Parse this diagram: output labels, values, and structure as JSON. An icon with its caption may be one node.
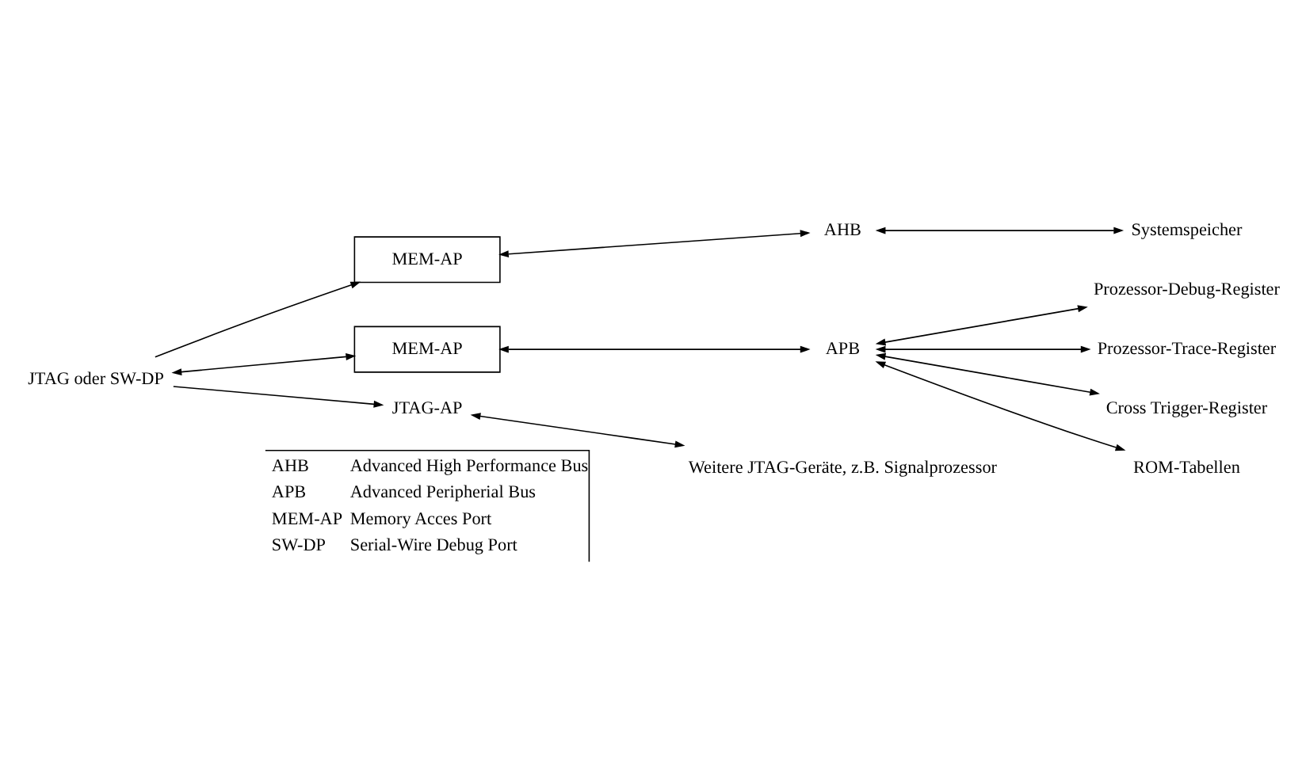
{
  "diagram": {
    "nodes": [
      {
        "text": [
          "JTAG oder SW-DP"
        ]
      },
      {
        "text": [
          "MEM-AP"
        ]
      },
      {
        "text": [
          "MEM-AP"
        ]
      },
      {
        "text": [
          "JTAG-AP"
        ]
      },
      {
        "text": [
          "AHB"
        ]
      },
      {
        "text": [
          "APB"
        ]
      },
      {
        "text": [
          "Systemspeicher"
        ]
      },
      {
        "text": [
          "Prozessor-Debug-Register"
        ]
      },
      {
        "text": [
          "Prozessor-Trace-Register"
        ]
      },
      {
        "text": [
          "Cross Trigger-Register"
        ]
      },
      {
        "text": [
          "ROM-Tabellen"
        ]
      },
      {
        "text": [
          "Weitere JTAG-Geräte, z.B. Signalprozessor"
        ]
      }
    ],
    "edges": [
      {
        "from": 0,
        "to": 1,
        "arrow": "to"
      },
      {
        "from": 0,
        "to": 2,
        "arrow": "both"
      },
      {
        "from": 0,
        "to": 3,
        "arrow": "to"
      },
      {
        "from": 1,
        "to": 4,
        "arrow": "both"
      },
      {
        "from": 2,
        "to": 5,
        "arrow": "both"
      },
      {
        "from": 3,
        "to": 11,
        "arrow": "both"
      },
      {
        "from": 4,
        "to": 6,
        "arrow": "both"
      },
      {
        "from": 5,
        "to": 7,
        "arrow": "both"
      },
      {
        "from": 5,
        "to": 8,
        "arrow": "both"
      },
      {
        "from": 5,
        "to": 9,
        "arrow": "both"
      },
      {
        "from": 5,
        "to": 10,
        "arrow": "both"
      }
    ],
    "labels": [
      "AHB",
      "Advanced High Performance Bus",
      "APB",
      "Advanced Peripherial Bus",
      "MEM-AP",
      "Memory Acces Port",
      "SW-DP",
      "Serial-Wire Debug Port"
    ]
  }
}
